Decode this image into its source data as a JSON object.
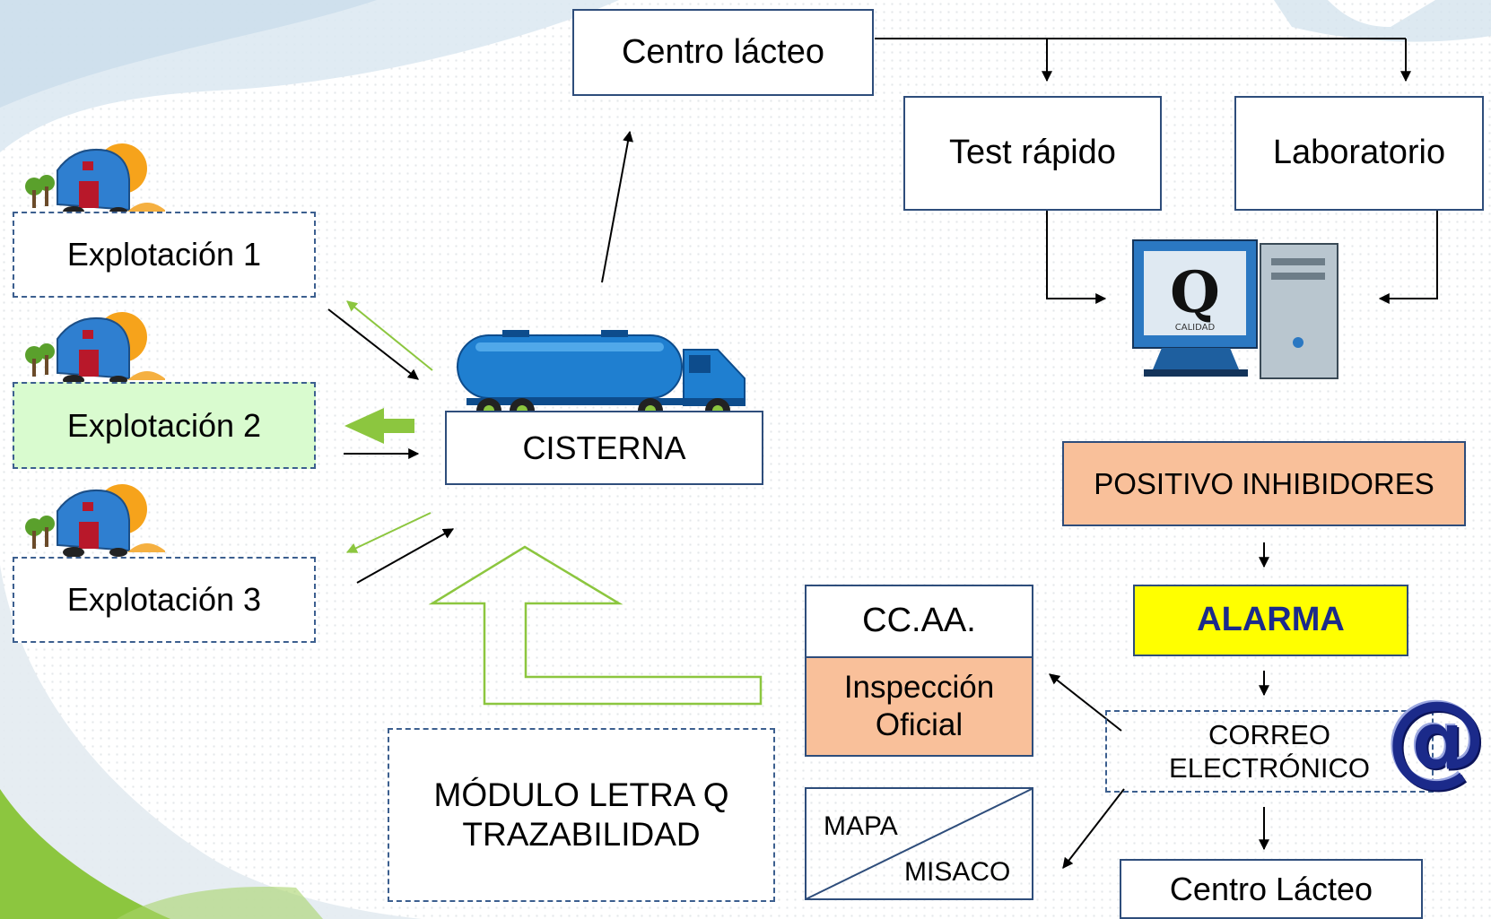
{
  "boxes": {
    "centro_lacteo_top": "Centro lácteo",
    "test_rapido": "Test rápido",
    "laboratorio": "Laboratorio",
    "explotacion_1": "Explotación 1",
    "explotacion_2": "Explotación 2",
    "explotacion_3": "Explotación 3",
    "cisterna": "CISTERNA",
    "positivo_inhibidores": "POSITIVO INHIBIDORES",
    "alarma": "ALARMA",
    "ccaa": "CC.AA.",
    "inspeccion_oficial": [
      "Inspección",
      "Oficial"
    ],
    "correo_electronico": [
      "CORREO",
      "ELECTRÓNICO"
    ],
    "mapa": "MAPA",
    "misaco": "MISACO",
    "centro_lacteo_bottom": "Centro Lácteo",
    "modulo_letra_q": [
      "MÓDULO LETRA Q",
      "TRAZABILIDAD"
    ]
  },
  "computer_label": "CALIDAD",
  "at_symbol": "@",
  "colors": {
    "box_border": "#2e4d7b",
    "orange_fill": "#f9c09a",
    "alarm_fill": "#ffff00",
    "alarm_text": "#1b2a8a",
    "green_fill": "#d9fbcf",
    "green_arrow": "#8cc63f"
  },
  "icons": [
    "farm-icon",
    "tanker-truck-icon",
    "computer-icon",
    "at-sign-icon"
  ]
}
